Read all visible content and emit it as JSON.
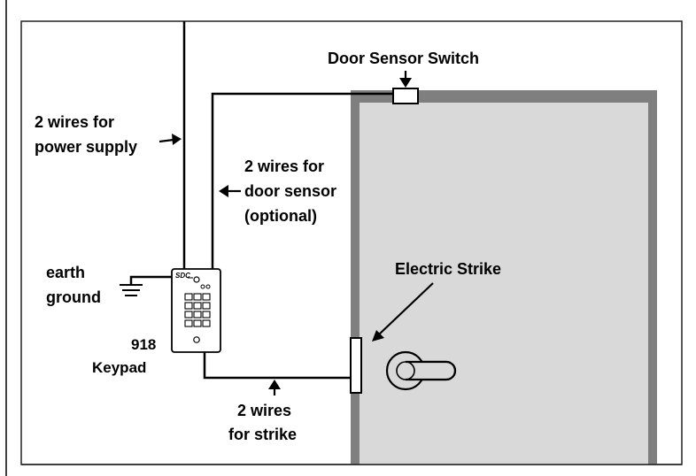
{
  "labels": {
    "door_sensor_switch": "Door Sensor Switch",
    "power_supply_line1": "2 wires for",
    "power_supply_line2": "power supply",
    "door_sensor_line1": "2 wires for",
    "door_sensor_line2": "door sensor",
    "door_sensor_line3": "(optional)",
    "earth_ground_line1": "earth",
    "earth_ground_line2": "ground",
    "electric_strike": "Electric Strike",
    "keypad_line1": "918",
    "keypad_line2": "Keypad",
    "strike_wires_line1": "2 wires",
    "strike_wires_line2": "for strike",
    "keypad_brand": "SDC"
  },
  "colors": {
    "door_frame": "#7f7f7f",
    "door_panel": "#d9d9d9",
    "outline": "#000000"
  }
}
